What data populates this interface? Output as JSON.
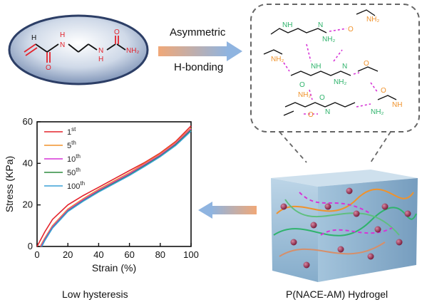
{
  "arrow_label": {
    "line1": "Asymmetric",
    "line2": "H-bonding"
  },
  "captions": {
    "left": "Low hysteresis",
    "right": "P(NACE-AM) Hydrogel"
  },
  "molecule": {
    "amide_H": "H",
    "amide_N": "N",
    "urea_N": "N",
    "urea_H": "H",
    "nh2": "NH₂",
    "o1": "O",
    "o2": "O"
  },
  "network_atoms": {
    "N": "N",
    "H": "H",
    "O": "O",
    "NH": "NH",
    "NH2": "NH₂"
  },
  "colors": {
    "red": "#e4232c",
    "orange": "#f0922b",
    "green": "#2fb36c",
    "pink": "#d634d6",
    "blue_arrow": "#7ea8d8"
  },
  "chart_data": {
    "type": "line",
    "xlabel": "Strain (%)",
    "ylabel": "Stress (KPa)",
    "xlim": [
      0,
      100
    ],
    "ylim": [
      0,
      60
    ],
    "xticks": [
      "0",
      "20",
      "40",
      "60",
      "80",
      "100"
    ],
    "yticks": [
      "0",
      "20",
      "40",
      "60"
    ],
    "legend_position": "top-left",
    "series": [
      {
        "name": "1",
        "sup": "st",
        "color": "#e4232c",
        "x": [
          0,
          5,
          10,
          20,
          30,
          40,
          50,
          60,
          70,
          80,
          90,
          100
        ],
        "y": [
          0,
          7,
          13,
          20,
          24.5,
          28.5,
          32.5,
          36.5,
          40.5,
          45,
          50.5,
          58
        ]
      },
      {
        "name": "5",
        "sup": "th",
        "color": "#f0922b",
        "x": [
          2,
          5,
          10,
          20,
          30,
          40,
          50,
          60,
          70,
          80,
          90,
          100
        ],
        "y": [
          0,
          4,
          10,
          18,
          23,
          27.5,
          31.5,
          35.5,
          40,
          44.5,
          50,
          57
        ]
      },
      {
        "name": "10",
        "sup": "th",
        "color": "#d634d6",
        "x": [
          2.5,
          5,
          10,
          20,
          30,
          40,
          50,
          60,
          70,
          80,
          90,
          100
        ],
        "y": [
          0,
          3.5,
          9.5,
          17.5,
          22.5,
          27,
          31,
          35,
          39.5,
          44,
          49.5,
          56.5
        ]
      },
      {
        "name": "50",
        "sup": "th",
        "color": "#2e8b3e",
        "x": [
          3,
          5,
          10,
          20,
          30,
          40,
          50,
          60,
          70,
          80,
          90,
          100
        ],
        "y": [
          0,
          3,
          9,
          17,
          22,
          26.5,
          30.5,
          34.5,
          39,
          43.5,
          49,
          56
        ]
      },
      {
        "name": "100",
        "sup": "th",
        "color": "#3aa0d6",
        "x": [
          3,
          5,
          10,
          20,
          30,
          40,
          50,
          60,
          70,
          80,
          90,
          100
        ],
        "y": [
          0,
          2.8,
          8.8,
          16.8,
          21.8,
          26.2,
          30.2,
          34.2,
          38.6,
          43.2,
          48.6,
          55.5
        ]
      }
    ]
  }
}
